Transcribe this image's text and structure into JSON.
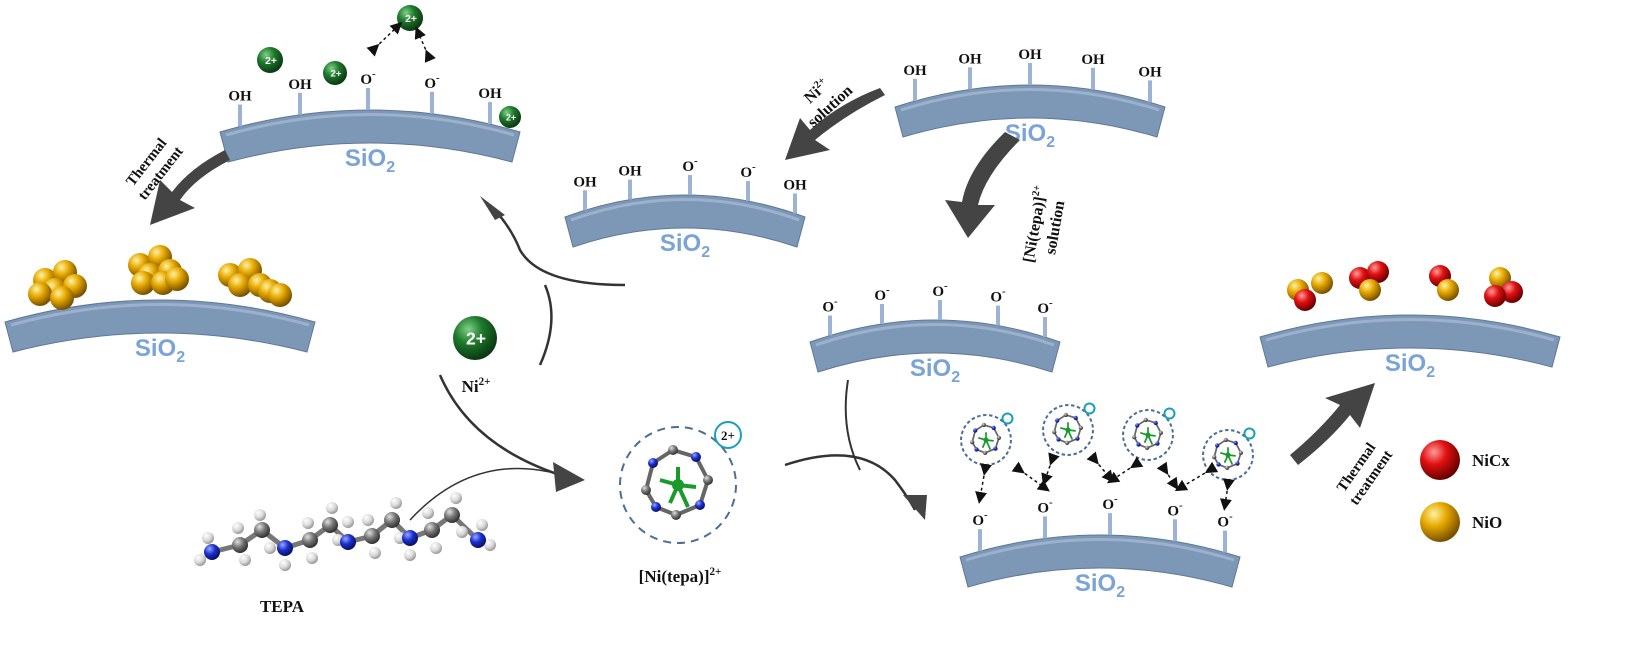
{
  "labels": {
    "support": "SiO",
    "support_sub": "2",
    "oh": "OH",
    "o_minus": "O",
    "minus": "-",
    "ni_ion_charge": "2+",
    "ni_ion_label": "Ni",
    "ni_ion_label_sup": "2+",
    "ni_solution_line1": "Ni",
    "ni_solution_line1_sup": "2+",
    "ni_solution_line2": "solution",
    "tepa_solution_line1": "[Ni(tepa)]",
    "tepa_solution_line1_sup": "2+",
    "tepa_solution_line2": "solution",
    "thermal_line1": "Thermal",
    "thermal_line2": "treatment",
    "tepa": "TEPA",
    "complex": "[Ni(tepa)]",
    "complex_sup": "2+",
    "complex_charge": "2+"
  },
  "legend": {
    "items": [
      {
        "label": "NiCx",
        "color": "#e01010"
      },
      {
        "label": "NiO",
        "color": "#e6a800"
      }
    ]
  },
  "colors": {
    "support_fill": "#7d97b6",
    "support_text": "#7aa3d8",
    "arrow": "#444444",
    "ni_ion": "#1f7a2c",
    "nio": "#e6a800",
    "nicx": "#e01010",
    "stub": "#9cb3d6"
  }
}
